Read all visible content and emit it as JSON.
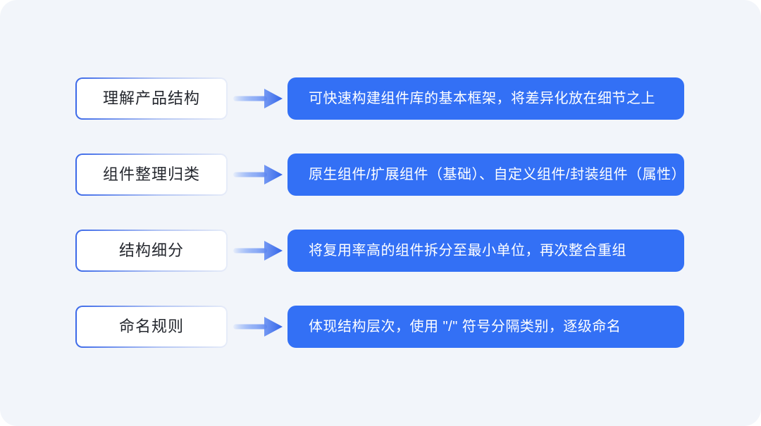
{
  "diagram": {
    "type": "flow-list",
    "accent_color": "#3370F5",
    "arrow_color_deep": "#2B5FE9",
    "label_border_color": "#3C69E8",
    "card_background": "#F2F5FA",
    "label_text_color": "#24272E",
    "description_text_color": "#FFFFFF",
    "arrow_icon": "arrow-right-icon",
    "rows": [
      {
        "label": "理解产品结构",
        "description": "可快速构建组件库的基本框架，将差异化放在细节之上"
      },
      {
        "label": "组件整理归类",
        "description": "原生组件/扩展组件（基础）、自定义组件/封装组件（属性）"
      },
      {
        "label": "结构细分",
        "description": "将复用率高的组件拆分至最小单位，再次整合重组"
      },
      {
        "label": "命名规则",
        "description": "体现结构层次，使用 \"/\" 符号分隔类别，逐级命名"
      }
    ]
  }
}
